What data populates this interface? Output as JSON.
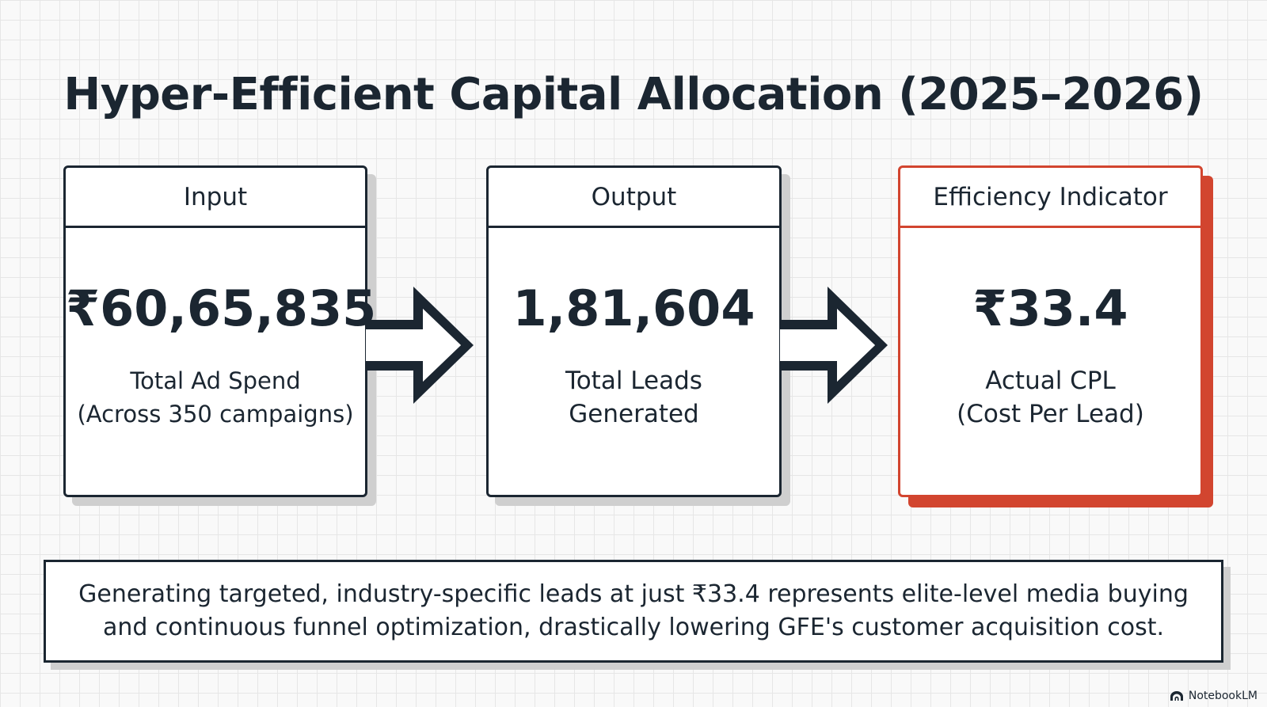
{
  "title": "Hyper-Efficient Capital Allocation (2025–2026)",
  "cards": [
    {
      "header": "Input",
      "value": "₹60,65,835",
      "label_lines": [
        "Total Ad Spend",
        "(Across 350 campaigns)"
      ]
    },
    {
      "header": "Output",
      "value": "1,81,604",
      "label_lines": [
        "Total Leads",
        "Generated"
      ]
    },
    {
      "header": "Efficiency Indicator",
      "value": "₹33.4",
      "label_lines": [
        "Actual CPL",
        "(Cost Per Lead)"
      ]
    }
  ],
  "summary": {
    "lines": [
      "Generating targeted, industry-specific leads at just ₹33.4 represents elite-level media buying",
      "and continuous funnel optimization, drastically lowering GFE's customer acquisition cost."
    ]
  },
  "branding": {
    "label": "NotebookLM",
    "icon": "notebooklm-logo-icon"
  },
  "colors": {
    "ink": "#1b2631",
    "accent": "#d2452f",
    "shadow": "#cfcfcf",
    "background": "#f9f9f9"
  }
}
